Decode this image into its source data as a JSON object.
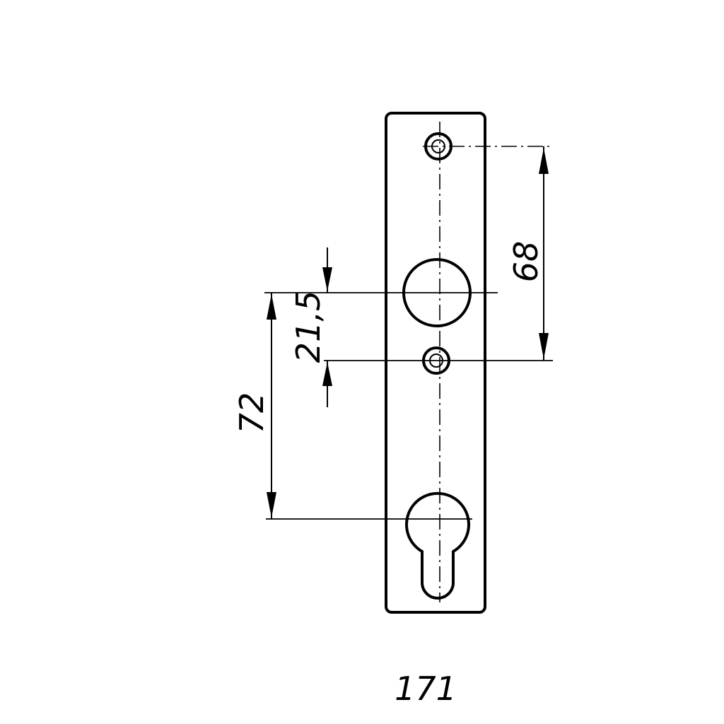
{
  "figure": {
    "number": "171"
  },
  "dimensions": {
    "spacing_fixing_holes": "68",
    "offset_handle_to_lower_fixing": "21,5",
    "handle_to_cylinder": "72"
  }
}
